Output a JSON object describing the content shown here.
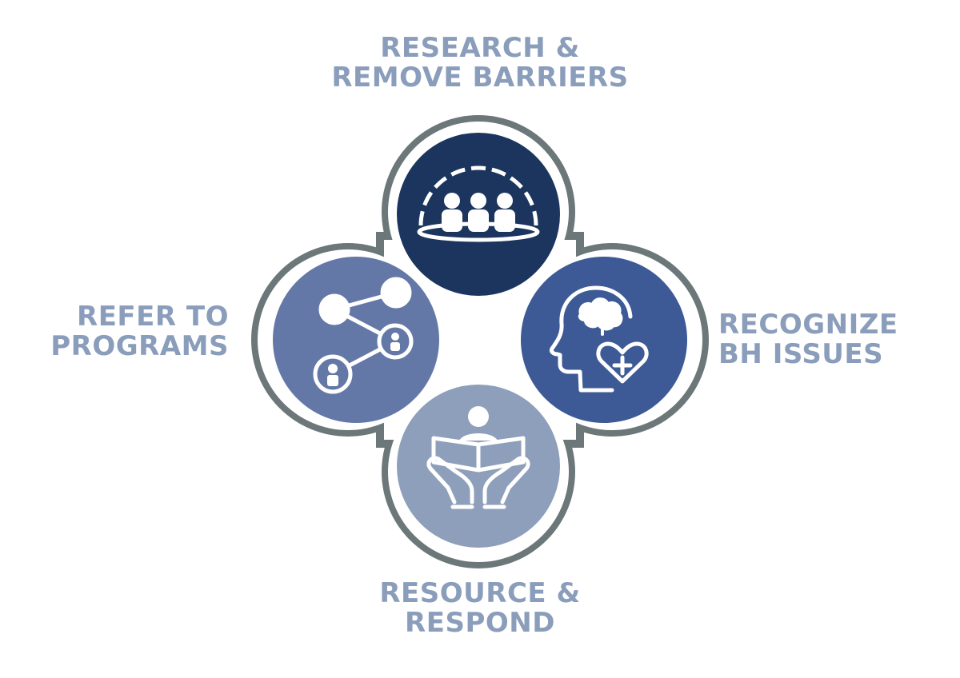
{
  "colors": {
    "label": "#8a9dbb",
    "outer_ring": "#6b7778",
    "top_circle": "#1c355e",
    "right_circle": "#3d5a96",
    "left_circle": "#6478a8",
    "bottom_circle": "#8e9fbb",
    "icon": "#ffffff"
  },
  "labels": {
    "top": {
      "line1": "RESEARCH &",
      "line2": "REMOVE BARRIERS",
      "icon": "people-group-dome-icon"
    },
    "left": {
      "line1": "REFER TO",
      "line2": "PROGRAMS",
      "icon": "network-connections-icon"
    },
    "right": {
      "line1": "RECOGNIZE",
      "line2": "BH ISSUES",
      "icon": "head-brain-heart-icon"
    },
    "bottom": {
      "line1": "RESOURCE &",
      "line2": "RESPOND",
      "icon": "hands-holding-person-icon"
    }
  }
}
